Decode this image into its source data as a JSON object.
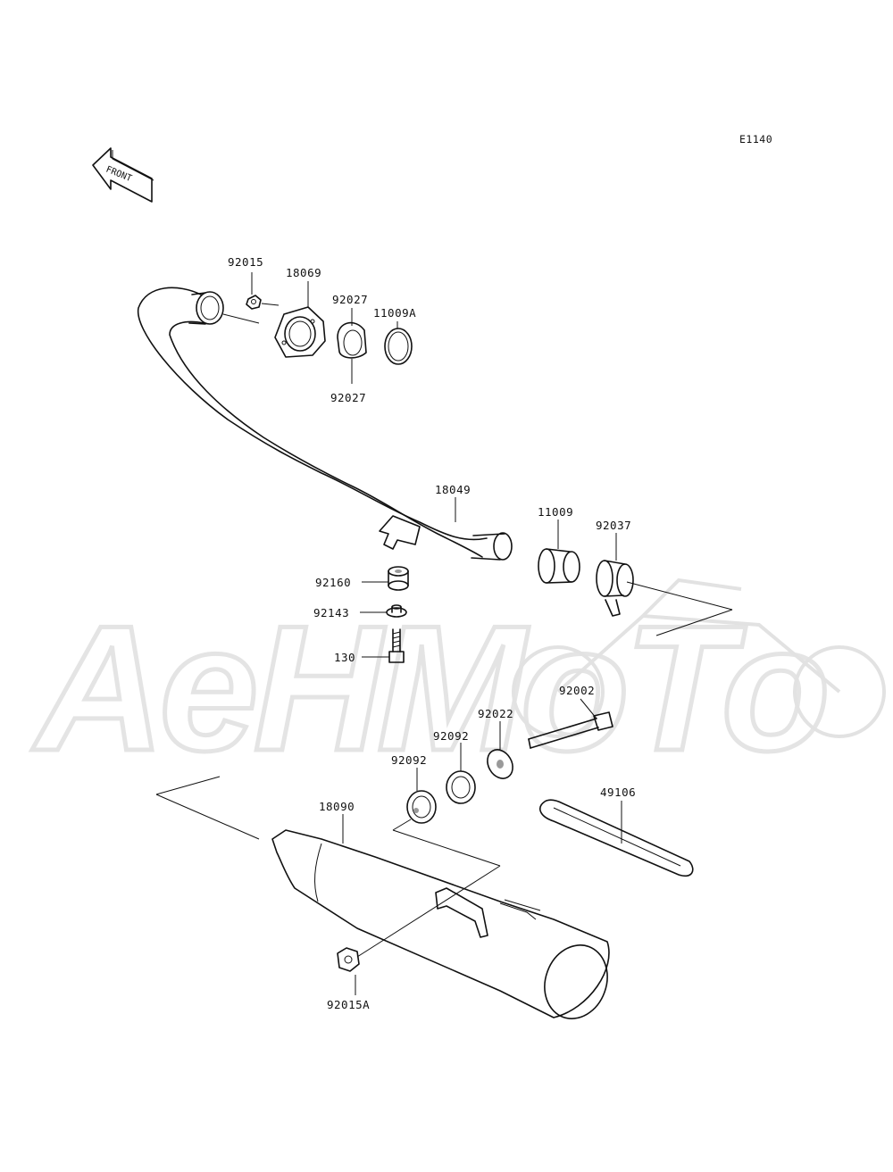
{
  "diagram": {
    "code": "E1140",
    "front_label": "FRONT",
    "watermark": "AeHMoTo",
    "parts": [
      {
        "id": "p1",
        "number": "92015"
      },
      {
        "id": "p2",
        "number": "18069"
      },
      {
        "id": "p3",
        "number": "92027"
      },
      {
        "id": "p4",
        "number": "11009A"
      },
      {
        "id": "p5",
        "number": "92027"
      },
      {
        "id": "p6",
        "number": "18049"
      },
      {
        "id": "p7",
        "number": "11009"
      },
      {
        "id": "p8",
        "number": "92037"
      },
      {
        "id": "p9",
        "number": "92160"
      },
      {
        "id": "p10",
        "number": "92143"
      },
      {
        "id": "p11",
        "number": "130"
      },
      {
        "id": "p12",
        "number": "92002"
      },
      {
        "id": "p13",
        "number": "92022"
      },
      {
        "id": "p14",
        "number": "92092"
      },
      {
        "id": "p15",
        "number": "92092"
      },
      {
        "id": "p16",
        "number": "49106"
      },
      {
        "id": "p17",
        "number": "18090"
      },
      {
        "id": "p18",
        "number": "92015A"
      }
    ]
  }
}
